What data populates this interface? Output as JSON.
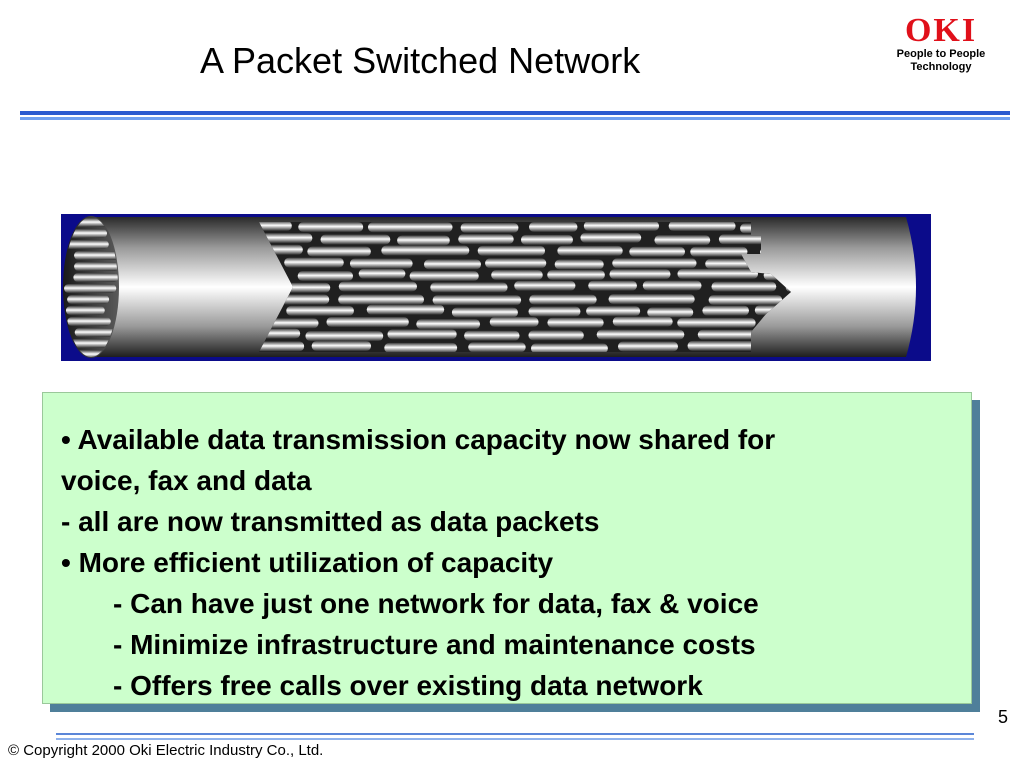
{
  "slide": {
    "title": "A Packet Switched Network",
    "page_number": "5",
    "copyright": "© Copyright 2000 Oki Electric Industry Co., Ltd."
  },
  "logo": {
    "wordmark": "OKI",
    "tagline_1": "People to People",
    "tagline_2": "Technology",
    "color": "#e0101a"
  },
  "content": {
    "lines": [
      "• Available data transmission capacity now shared for",
      "voice, fax and data",
      "- all are now transmitted as data packets",
      "• More efficient utilization of capacity",
      "- Can have just one network for data, fax & voice",
      "- Minimize infrastructure and maintenance costs",
      "- Offers free calls over existing data network"
    ],
    "background_color": "#ccffcc"
  },
  "colors": {
    "pipe_background": "#0b0b8a",
    "accent_rule": "#2a5bd0"
  }
}
